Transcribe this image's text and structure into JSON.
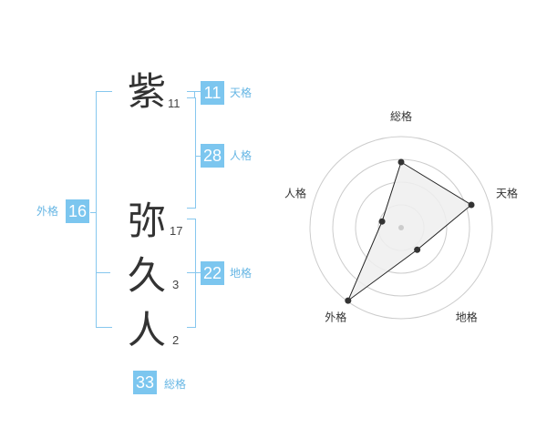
{
  "characters": [
    {
      "char": "紫",
      "strokes": "11"
    },
    {
      "char": "弥",
      "strokes": "17"
    },
    {
      "char": "久",
      "strokes": "3"
    },
    {
      "char": "人",
      "strokes": "2"
    }
  ],
  "fortunes": {
    "ten": {
      "value": "11",
      "label": "天格"
    },
    "jin": {
      "value": "28",
      "label": "人格"
    },
    "chi": {
      "value": "22",
      "label": "地格"
    },
    "gai": {
      "value": "16",
      "label": "外格"
    },
    "sou": {
      "value": "33",
      "label": "総格"
    }
  },
  "chart_data": {
    "type": "radar",
    "axes": [
      "総格",
      "天格",
      "地格",
      "外格",
      "人格"
    ],
    "values": [
      33,
      11,
      22,
      16,
      28
    ],
    "normalized": [
      0.72,
      0.81,
      0.3,
      0.99,
      0.22
    ],
    "rings": 4,
    "colors": {
      "grid": "#cccccc",
      "fill": "#eeeeee",
      "line": "#222222",
      "point": "#333333",
      "center": "#cccccc"
    }
  },
  "colors": {
    "accent": "#7cc6ef",
    "bracket": "#86c7ee"
  }
}
